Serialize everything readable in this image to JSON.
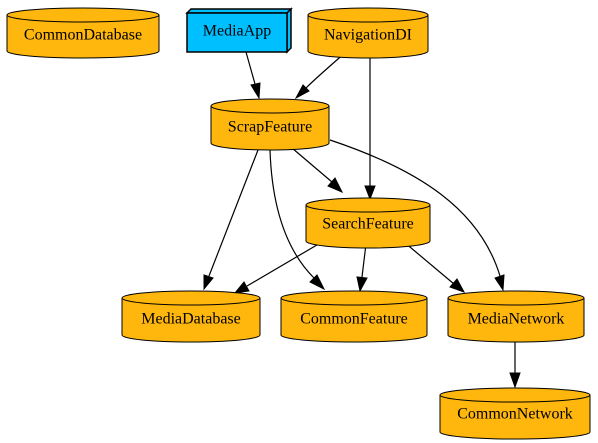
{
  "graph": {
    "colors": {
      "module_fill": "#ffb70d",
      "app_fill": "#00bfff",
      "stroke": "#000000",
      "edge": "#000000"
    },
    "nodes": {
      "common_database": {
        "label": "CommonDatabase",
        "shape": "cylinder",
        "kind": "module"
      },
      "media_app": {
        "label": "MediaApp",
        "shape": "box3d",
        "kind": "app"
      },
      "navigation_di": {
        "label": "NavigationDI",
        "shape": "cylinder",
        "kind": "module"
      },
      "scrap_feature": {
        "label": "ScrapFeature",
        "shape": "cylinder",
        "kind": "module"
      },
      "search_feature": {
        "label": "SearchFeature",
        "shape": "cylinder",
        "kind": "module"
      },
      "media_database": {
        "label": "MediaDatabase",
        "shape": "cylinder",
        "kind": "module"
      },
      "common_feature": {
        "label": "CommonFeature",
        "shape": "cylinder",
        "kind": "module"
      },
      "media_network": {
        "label": "MediaNetwork",
        "shape": "cylinder",
        "kind": "module"
      },
      "common_network": {
        "label": "CommonNetwork",
        "shape": "cylinder",
        "kind": "module"
      }
    },
    "edges": [
      {
        "from": "MediaApp",
        "to": "ScrapFeature"
      },
      {
        "from": "NavigationDI",
        "to": "ScrapFeature"
      },
      {
        "from": "NavigationDI",
        "to": "SearchFeature"
      },
      {
        "from": "ScrapFeature",
        "to": "SearchFeature"
      },
      {
        "from": "ScrapFeature",
        "to": "MediaDatabase"
      },
      {
        "from": "ScrapFeature",
        "to": "CommonFeature"
      },
      {
        "from": "ScrapFeature",
        "to": "MediaNetwork"
      },
      {
        "from": "SearchFeature",
        "to": "MediaDatabase"
      },
      {
        "from": "SearchFeature",
        "to": "CommonFeature"
      },
      {
        "from": "SearchFeature",
        "to": "MediaNetwork"
      },
      {
        "from": "MediaNetwork",
        "to": "CommonNetwork"
      }
    ]
  }
}
